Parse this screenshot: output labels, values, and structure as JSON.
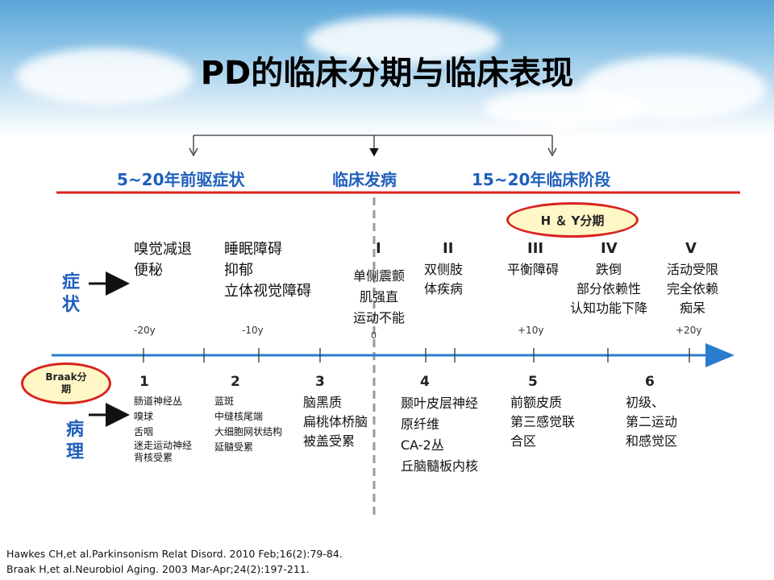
{
  "title": "PD的临床分期与临床表现",
  "phases": {
    "prodromal": "5~20年前驱症状",
    "onset": "临床发病",
    "clinical": "15~20年临床阶段"
  },
  "hy_label": "H ＆ Y分期",
  "braak_label": [
    "Braak分",
    "期"
  ],
  "side_labels": {
    "symptoms": [
      "症",
      "状"
    ],
    "pathology": [
      "病",
      "理"
    ]
  },
  "prodromal_symptoms": {
    "group1": [
      "嗅觉减退",
      "便秘"
    ],
    "group2": [
      "睡眠障碍",
      "抑郁",
      "立体视觉障碍"
    ]
  },
  "hy_stages": [
    {
      "numeral": "I",
      "text": [
        "单侧震颤",
        "肌强直",
        "运动不能"
      ]
    },
    {
      "numeral": "II",
      "text": [
        "双侧肢",
        "体疾病"
      ]
    },
    {
      "numeral": "III",
      "text": [
        "平衡障碍"
      ]
    },
    {
      "numeral": "IV",
      "text": [
        "跌倒",
        "部分依赖性",
        "认知功能下降"
      ]
    },
    {
      "numeral": "V",
      "text": [
        "活动受限",
        "完全依赖",
        "痴呆"
      ]
    }
  ],
  "time_ticks": [
    "-20y",
    "-10y",
    "0",
    "+10y",
    "+20y"
  ],
  "braak_stages": [
    {
      "number": "1",
      "text": [
        "肠道神经丛",
        "嗅球",
        "舌咽",
        "迷走运动神经",
        "背核受累"
      ]
    },
    {
      "number": "2",
      "text": [
        "蓝斑",
        "中缝核尾端",
        "大细胞网状结构",
        "延髓受累"
      ]
    },
    {
      "number": "3",
      "text": [
        "脑黑质",
        "扁桃体桥脑",
        "被盖受累"
      ]
    },
    {
      "number": "4",
      "text": [
        "颞叶皮层神经",
        "原纤维",
        "CA-2丛",
        "丘脑髓板内核"
      ]
    },
    {
      "number": "5",
      "text": [
        "前额皮质",
        "第三感觉联",
        "合区"
      ]
    },
    {
      "number": "6",
      "text": [
        "初级、",
        "第二运动",
        "和感觉区"
      ]
    }
  ],
  "references": [
    "Hawkes CH,et al.Parkinsonism Relat Disord. 2010 Feb;16(2):79-84.",
    "Braak H,et al.Neurobiol Aging. 2003 Mar-Apr;24(2):197-211."
  ],
  "colors": {
    "accent_blue": "#1f5fbd",
    "axis_blue": "#2a7ccf",
    "red": "#d9231f",
    "oval_fill": "#fff8c6"
  }
}
